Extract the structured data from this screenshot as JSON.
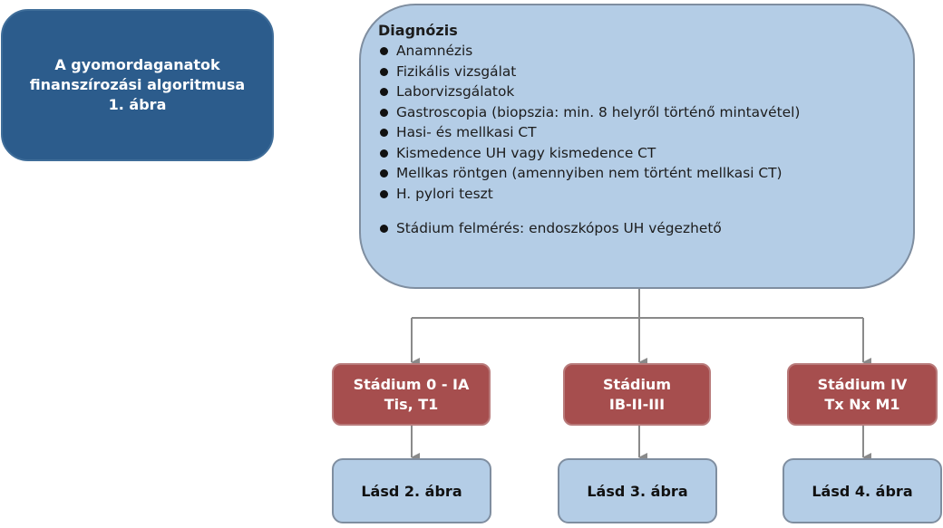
{
  "title_box": {
    "lines": [
      "A gyomordaganatok",
      "finanszírozási algoritmusa",
      "1. ábra"
    ]
  },
  "diagnosis": {
    "title": "Diagnózis",
    "items": [
      "Anamnézis",
      "Fizikális vizsgálat",
      "Laborvizsgálatok",
      "Gastroscopia (biopszia: min. 8 helyről történő mintavétel)",
      "Hasi- és mellkasi CT",
      "Kismedence UH vagy kismedence CT",
      "Mellkas röntgen (amennyiben nem történt mellkasi CT)",
      "H. pylori teszt"
    ],
    "extra_items": [
      "Stádium felmérés: endoszkópos UH végezhető"
    ]
  },
  "stages": [
    {
      "line1": "Stádium 0 - IA",
      "line2": "Tis, T1"
    },
    {
      "line1": "Stádium",
      "line2": "IB-II-III"
    },
    {
      "line1": "Stádium IV",
      "line2": "Tx Nx M1"
    }
  ],
  "references": [
    "Lásd 2. ábra",
    "Lásd 3. ábra",
    "Lásd 4. ábra"
  ],
  "colors": {
    "title_box": "#2c5c8c",
    "diagnosis_box": "#b4cde6",
    "stage_box": "#a64e4e",
    "reference_box": "#b4cde6",
    "connector": "#8a8a8a"
  }
}
